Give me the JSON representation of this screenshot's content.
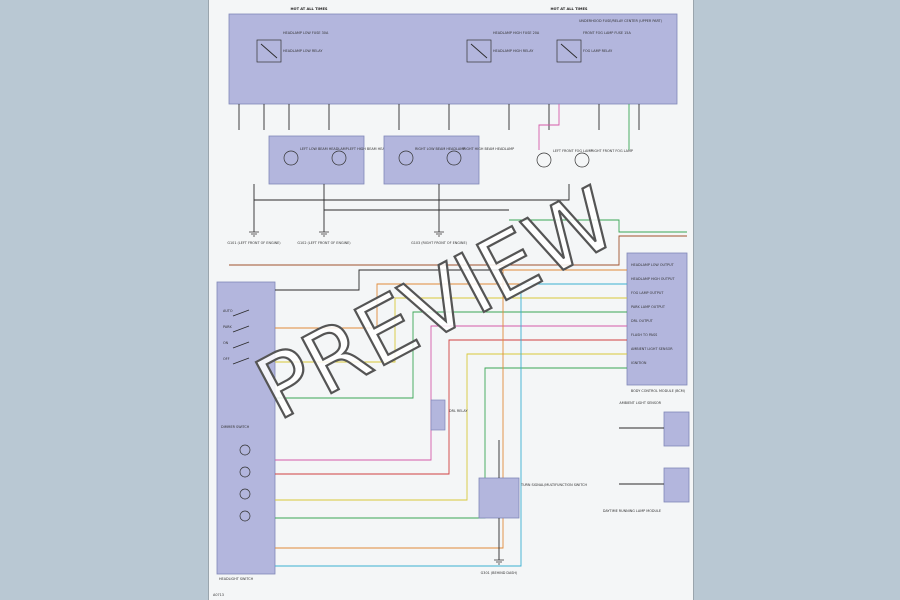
{
  "colors": {
    "page_bg": "#b9c8d3",
    "sheet_bg": "#f4f6f7",
    "box_fill": "#b3b6dd",
    "wire_black": "#2b2b2b",
    "wire_green": "#3aa655",
    "wire_yellow": "#d8c83a",
    "wire_orange": "#e08a3a",
    "wire_pink": "#d45aa8",
    "wire_cyan": "#3ab0d0",
    "wire_brown": "#a0522d",
    "wire_red": "#d04040"
  },
  "diagram": {
    "hot_labels": [
      "HOT AT ALL TIMES",
      "HOT AT ALL TIMES"
    ],
    "top_module": {
      "title": "UNDERHOOD FUSE/RELAY CENTER (UPPER PART)",
      "relays": [
        "HEADLAMP LOW RELAY",
        "HEADLAMP HIGH RELAY",
        "FOG LAMP RELAY"
      ],
      "fuses": [
        "HEADLAMP LOW FUSE 30A",
        "HEADLAMP HIGH FUSE 20A",
        "FRONT FOG LAMP FUSE 15A"
      ]
    },
    "lamps_left": [
      "LEFT LOW BEAM HEADLAMP",
      "LEFT HIGH BEAM HEADLAMP"
    ],
    "lamps_right": [
      "RIGHT LOW BEAM HEADLAMP",
      "RIGHT HIGH BEAM HEADLAMP"
    ],
    "fog_lamps": [
      "LEFT FRONT FOG LAMP",
      "RIGHT FRONT FOG LAMP"
    ],
    "grounds": [
      "G101 (LEFT FRONT OF ENGINE)",
      "G102 (LEFT FRONT OF ENGINE)",
      "G103 (RIGHT FRONT OF ENGINE)"
    ],
    "switch_title": "HEADLIGHT SWITCH",
    "switch_positions": [
      "AUTO",
      "PARK",
      "ON",
      "OFF"
    ],
    "dimmer_title": "DIMMER SWITCH",
    "right_module_title": "BODY CONTROL MODULE (BCM)",
    "right_module_pins": [
      "HEADLAMP LOW OUTPUT",
      "HEADLAMP HIGH OUTPUT",
      "FOG LAMP OUTPUT",
      "PARK LAMP OUTPUT",
      "DRL OUTPUT",
      "FLASH TO PASS",
      "AMBIENT LIGHT SENSOR",
      "IGNITION"
    ],
    "sensor_labels": [
      "AMBIENT LIGHT SENSOR",
      "DAYTIME RUNNING LAMP MODULE"
    ],
    "relay_mid": "DRL RELAY",
    "bottom_box": "TURN SIGNAL/MULTIFUNCTION SWITCH",
    "bottom_ground": "G301 (BEHIND DASH)",
    "sheet_code": "A0713"
  },
  "watermark": {
    "text": "PREVIEW"
  }
}
